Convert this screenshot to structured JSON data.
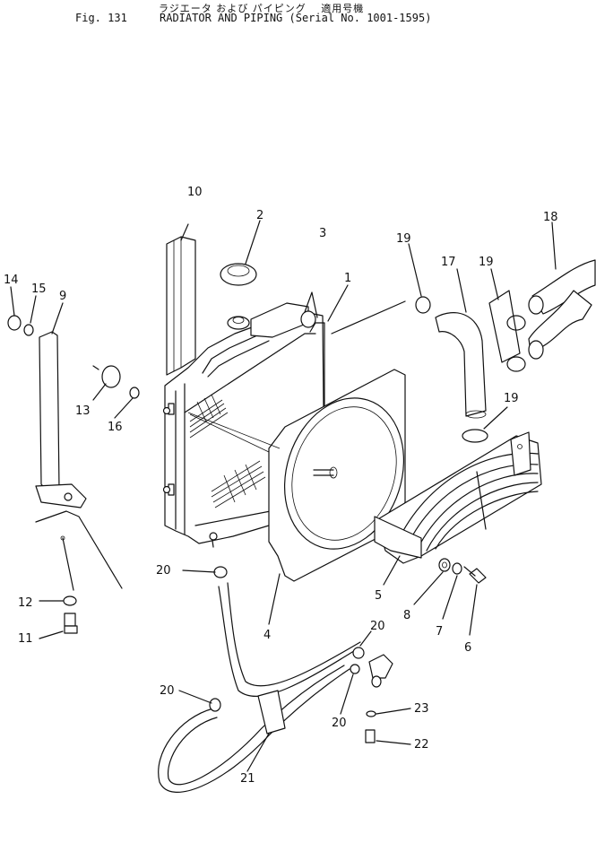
{
  "header": {
    "title_jp": "ラジエータ および パイピング　 適用号機",
    "fig": "Fig. 131",
    "title_en": "RADIATOR AND PIPING (Serial No. 1001-1595)"
  },
  "callouts": [
    {
      "id": "c1",
      "label": "1"
    },
    {
      "id": "c2",
      "label": "2"
    },
    {
      "id": "c3",
      "label": "3"
    },
    {
      "id": "c4",
      "label": "4"
    },
    {
      "id": "c5",
      "label": "5"
    },
    {
      "id": "c6",
      "label": "6"
    },
    {
      "id": "c7",
      "label": "7"
    },
    {
      "id": "c8",
      "label": "8"
    },
    {
      "id": "c9",
      "label": "9"
    },
    {
      "id": "c10",
      "label": "10"
    },
    {
      "id": "c11",
      "label": "11"
    },
    {
      "id": "c12",
      "label": "12"
    },
    {
      "id": "c13",
      "label": "13"
    },
    {
      "id": "c14",
      "label": "14"
    },
    {
      "id": "c15",
      "label": "15"
    },
    {
      "id": "c16",
      "label": "16"
    },
    {
      "id": "c17",
      "label": "17"
    },
    {
      "id": "c18",
      "label": "18"
    },
    {
      "id": "c19a",
      "label": "19"
    },
    {
      "id": "c19b",
      "label": "19"
    },
    {
      "id": "c19c",
      "label": "19"
    },
    {
      "id": "c20a",
      "label": "20"
    },
    {
      "id": "c20b",
      "label": "20"
    },
    {
      "id": "c20c",
      "label": "20"
    },
    {
      "id": "c20d",
      "label": "20"
    },
    {
      "id": "c21",
      "label": "21"
    },
    {
      "id": "c22",
      "label": "22"
    },
    {
      "id": "c23",
      "label": "23"
    }
  ]
}
